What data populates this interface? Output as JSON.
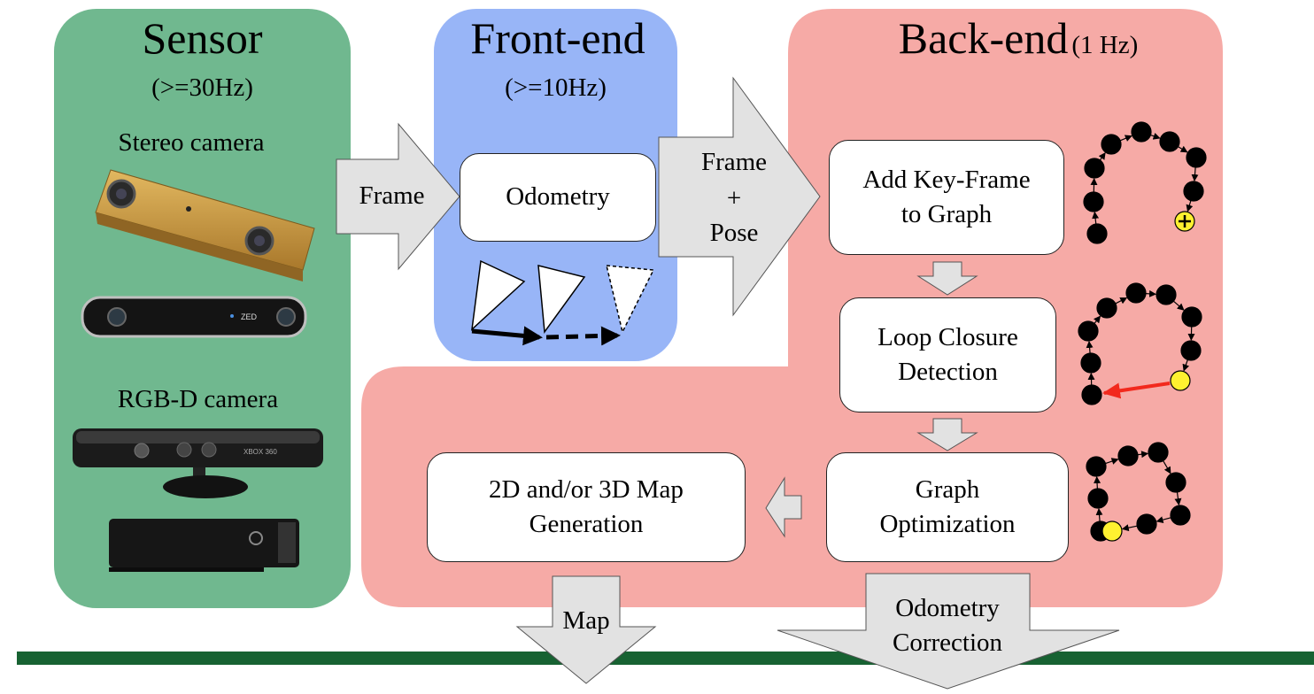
{
  "colors": {
    "sensor_bg": "#70b88f",
    "frontend_bg": "#98b5f7",
    "backend_bg": "#f6aaa6",
    "arrow_fill": "#e2e2e2",
    "footer_bar": "#176232",
    "highlight_node": "#fff130",
    "loop_arrow": "#f2291d"
  },
  "sensor": {
    "title": "Sensor",
    "rate": "(>=30Hz)",
    "stereo_label": "Stereo camera",
    "rgbd_label": "RGB-D camera",
    "zed_text": "ZED",
    "xbox_text": "XBOX 360"
  },
  "frontend": {
    "title": "Front-end",
    "rate": "(>=10Hz)",
    "odometry_label": "Odometry"
  },
  "backend": {
    "title": "Back-end",
    "rate": "(1 Hz)",
    "add_keyframe_line1": "Add Key-Frame",
    "add_keyframe_line2": "to Graph",
    "loop_closure_line1": "Loop Closure",
    "loop_closure_line2": "Detection",
    "graph_opt_line1": "Graph",
    "graph_opt_line2": "Optimization",
    "map_gen_line1": "2D and/or 3D Map",
    "map_gen_line2": "Generation"
  },
  "arrows": {
    "frame": "Frame",
    "frame_pose_line1": "Frame",
    "frame_pose_line2": "+",
    "frame_pose_line3": "Pose",
    "map": "Map",
    "odom_corr_line1": "Odometry",
    "odom_corr_line2": "Correction"
  }
}
